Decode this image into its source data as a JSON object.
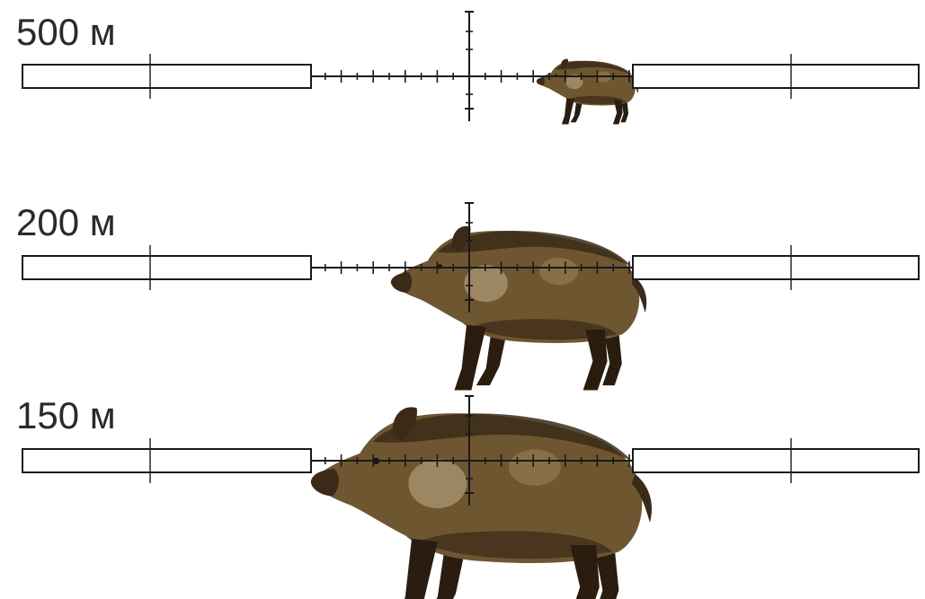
{
  "panels": [
    {
      "label": "500 м",
      "animal": "wild-boar",
      "scale": 0.215
    },
    {
      "label": "200 м",
      "animal": "wild-boar",
      "scale": 0.54
    },
    {
      "label": "150 м",
      "animal": "wild-boar",
      "scale": 0.72
    }
  ],
  "colors": {
    "reticle": "#1a1a1a",
    "post_fill": "#ffffff",
    "boar_dark": "#3b2a17",
    "boar_mid": "#6e5631",
    "boar_light": "#9a8155",
    "boar_highlight": "#c4b08a",
    "leg": "#2a1d10"
  }
}
